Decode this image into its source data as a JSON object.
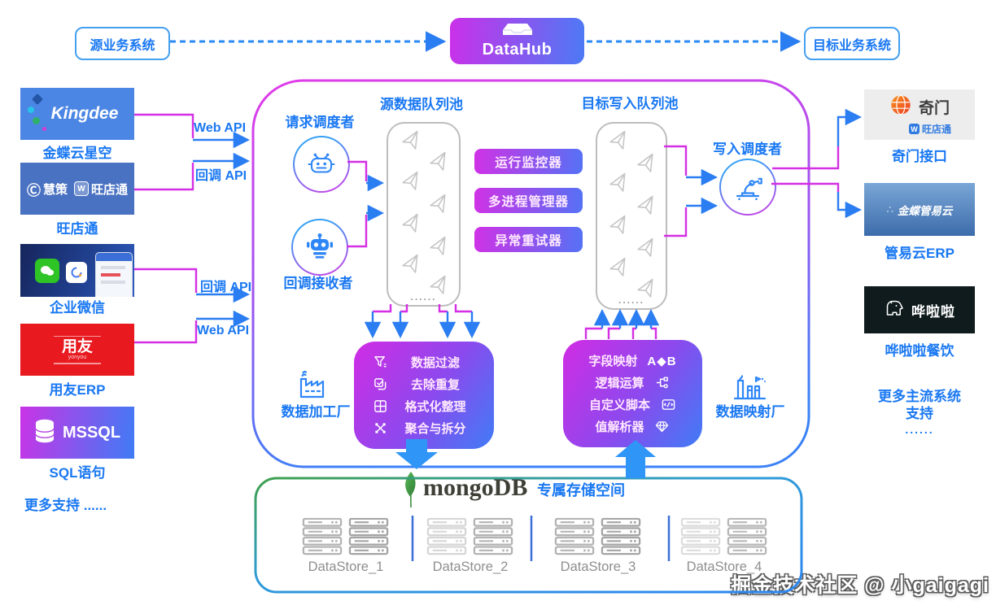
{
  "header": {
    "source_system": "源业务系统",
    "datahub": "DataHub",
    "target_system": "目标业务系统"
  },
  "left_column": {
    "systems": [
      {
        "logo_text": "Kingdee",
        "label": "金蝶云星空",
        "api_label": "Web API"
      },
      {
        "logo_text": "慧策",
        "logo_text2": "旺店通",
        "label": "旺店通",
        "api_label": "回调 API"
      },
      {
        "label": "企业微信",
        "api_label": "回调 API"
      },
      {
        "logo_text": "用友",
        "logo_sub": "yonyou",
        "label": "用友ERP",
        "api_label": "Web API"
      },
      {
        "logo_text": "MSSQL",
        "label": "SQL语句"
      }
    ],
    "more": "更多支持 ......"
  },
  "hub": {
    "request_scheduler": "请求调度者",
    "callback_receiver": "回调接收者",
    "write_scheduler": "写入调度者",
    "source_queue_title": "源数据队列池",
    "target_queue_title": "目标写入队列池",
    "queue_dots": "......",
    "monitors": [
      "运行监控器",
      "多进程管理器",
      "异常重试器"
    ],
    "processing_factory": {
      "label": "数据加工厂",
      "items": [
        "数据过滤",
        "去除重复",
        "格式化整理",
        "聚合与拆分"
      ]
    },
    "mapping_factory": {
      "label": "数据映射厂",
      "items": [
        "字段映射",
        "逻辑运算",
        "自定义脚本",
        "值解析器"
      ],
      "field_map_badge": "A◆B"
    }
  },
  "storage": {
    "mongo_logo": "mongoDB",
    "title": "专属存储空间",
    "datastores": [
      "DataStore_1",
      "DataStore_2",
      "DataStore_3",
      "DataStore_4"
    ]
  },
  "right_column": {
    "systems": [
      {
        "logo_text": "奇门",
        "logo_sub": "旺店通",
        "label": "奇门接口"
      },
      {
        "logo_text": "金蝶管易云",
        "label": "管易云ERP"
      },
      {
        "logo_text": "哗啦啦",
        "label": "哗啦啦餐饮"
      }
    ],
    "more_line1": "更多主流系统",
    "more_line2": "支持",
    "dots": "......"
  },
  "watermark": "掘金技术社区 @ 小gaigagi",
  "colors": {
    "accent_blue": "#1a78f2",
    "magenta": "#d42fe4",
    "blue": "#2b7df2",
    "mongo_green": "#3da14c"
  }
}
